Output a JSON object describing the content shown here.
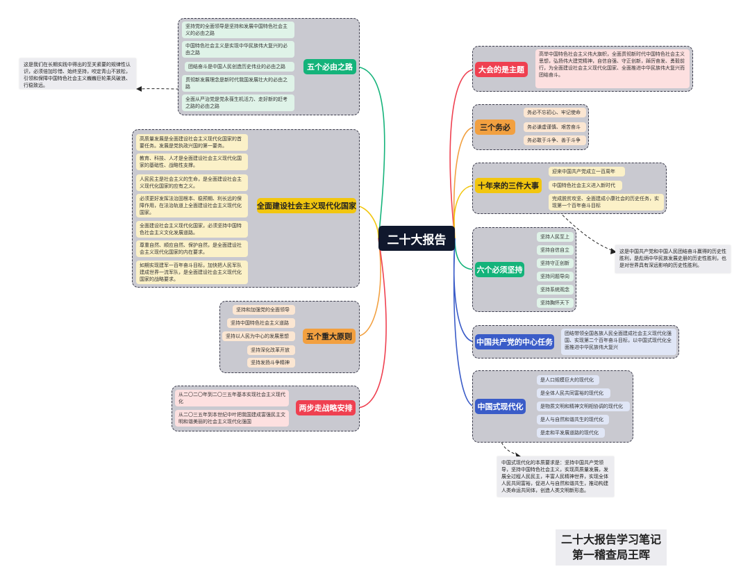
{
  "central": "二十大报告",
  "footer": {
    "line1": "二十大报告学习笔记",
    "line2": "第一稽查局王晖"
  },
  "colors": {
    "green": "#14b37a",
    "yellow": "#f2c60f",
    "orange": "#f2a040",
    "red": "#ef4050",
    "blue": "#3a5cc8"
  },
  "left": {
    "five_roads": {
      "title": "五个必由之路",
      "items": [
        "坚持党的全面领导是坚持和发展中国特色社会主义的必由之路",
        "中国特色社会主义是实现中华民族伟大复兴的必由之路",
        "团结奋斗是中国人民创造历史伟业的必由之路",
        "贯彻新发展理念是新时代我国发展壮大的必由之路",
        "全面从严治党是党永葆生机活力、走好新的赶考之路的必由之路"
      ],
      "note": "这是我们在长期实践中得出的至关紧要的规律性认识，必须倍加珍惜、始终坚持，咬定青山不放松，引领和保障中国特色社会主义巍巍巨轮乘风破浪、行稳致远。"
    },
    "modernization": {
      "title": "全面建设社会主义现代化国家",
      "items": [
        "高质量发展是全面建设社会主义现代化国家的首要任务。发展是党执政兴国的第一要务。",
        "教育、科技、人才是全面建设社会主义现代化国家的基础性、战略性支撑。",
        "人民民主是社会主义的生命，是全面建设社会主义现代化国家的应有之义。",
        "必须更好发挥法治固根本、稳预期、利长远的保障作用，在法治轨道上全面建设社会主义现代化国家。",
        "全面建设社会主义现代化国家，必须坚持中国特色社会主义文化发展道路。",
        "尊重自然、顺应自然、保护自然，是全面建设社会主义现代化国家的内在要求。",
        "如期实现建军一百年奋斗目标，加快把人民军队建成世界一流军队，是全面建设社会主义现代化国家的战略要求。"
      ]
    },
    "five_principles": {
      "title": "五个重大原则",
      "items": [
        "坚持和加强党的全面领导",
        "坚持中国特色社会主义道路",
        "坚持以人民为中心的发展思想",
        "坚持深化改革开放",
        "坚持发扬斗争精神"
      ]
    },
    "two_steps": {
      "title": "两步走战略安排",
      "items": [
        "从二〇二〇年到二〇三五年基本实现社会主义现代化",
        "从二〇三五年到本世纪中叶把我国建成富强民主文明和谐美丽的社会主义现代化强国"
      ]
    }
  },
  "right": {
    "theme": {
      "title": "大会的是主题",
      "text": "高举中国特色社会主义伟大旗帜，全面贯彻新时代中国特色社会主义思想，弘扬伟大建党精神，自信自强、守正创新，踔厉奋发、勇毅前行，为全面建设社会主义现代化国家、全面推进中华民族伟大复兴而团结奋斗。"
    },
    "three_musts": {
      "title": "三个务必",
      "items": [
        "务必不忘初心、牢记使命",
        "务必谦虚谨慎、艰苦奋斗",
        "务必敢于斗争、善于斗争"
      ]
    },
    "three_events": {
      "title": "十年来的三件大事",
      "items": [
        "迎来中国共产党成立一百周年",
        "中国特色社会主义进入新时代",
        "完成脱贫攻坚、全面建成小康社会的历史任务，实现第一个百年奋斗目标"
      ],
      "note": "这是中国共产党和中国人民团结奋斗赢得的历史性胜利，是彪炳中华民族发展史册的历史性胜利，也是对世界具有深远影响的历史性胜利。"
    },
    "six_musts": {
      "title": "六个必须坚持",
      "items": [
        "坚持人民至上",
        "坚持自信自立",
        "坚持守正创新",
        "坚持问题导向",
        "坚持系统观念",
        "坚持胸怀天下"
      ]
    },
    "central_task": {
      "title": "中国共产党的中心任务",
      "text": "团结带领全国各族人民全面建成社会主义现代化强国、实现第二个百年奋斗目标，以中国式现代化全面推进中华民族伟大复兴"
    },
    "chinese_modernization": {
      "title": "中国式现代化",
      "items": [
        "是人口规模巨大的现代化",
        "是全体人民共同富裕的现代化",
        "是物质文明和精神文明相协调的现代化",
        "是人与自然和谐共生的现代化",
        "是走和平发展道路的现代化"
      ],
      "note": "中国式现代化的本质要求是：坚持中国共产党领导，坚持中国特色社会主义，实现高质量发展，发展全过程人民民主，丰富人民精神世界，实现全体人民共同富裕，促进人与自然和谐共生，推动构建人类命运共同体，创造人类文明新形态。"
    }
  }
}
